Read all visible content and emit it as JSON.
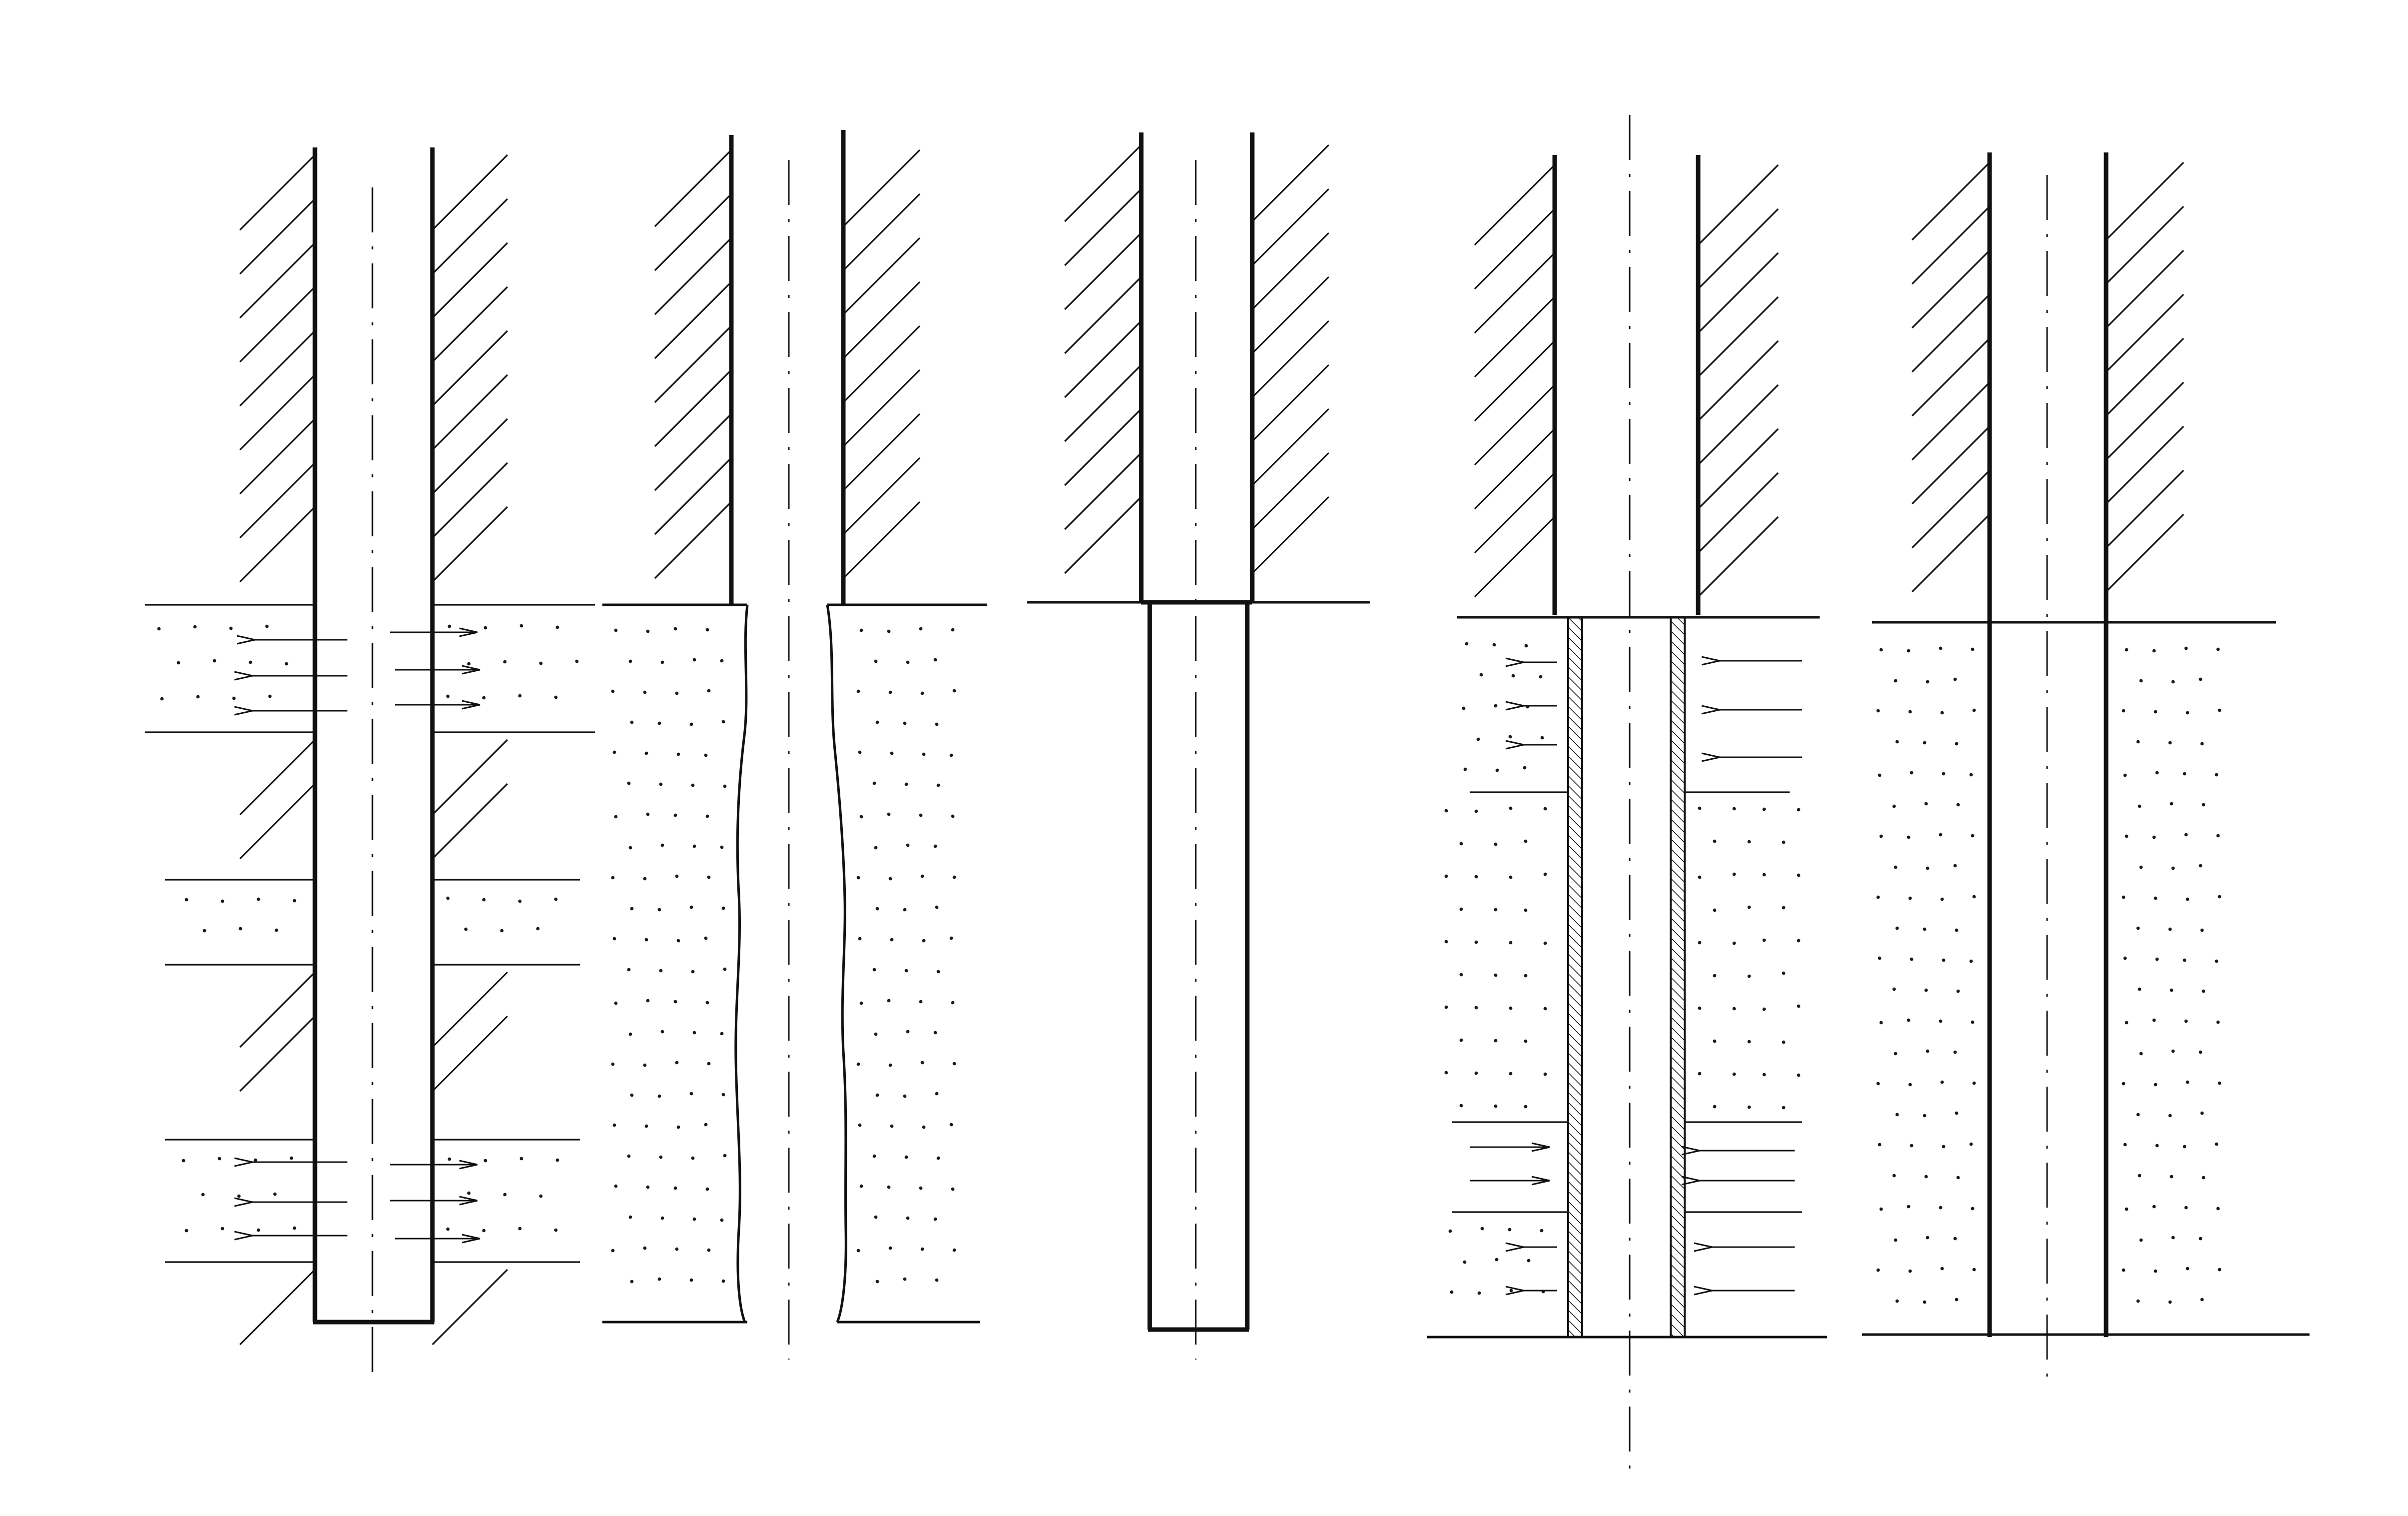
{
  "diagram": {
    "panels": [
      {
        "id": "wellbore-multi-layer",
        "description_hidden": true
      },
      {
        "id": "wellbore-open-hole"
      },
      {
        "id": "wellbore-short-casing"
      },
      {
        "id": "wellbore-cased-perforated"
      },
      {
        "id": "wellbore-sandface"
      }
    ],
    "colors": {
      "ink": "#111111",
      "background": "#ffffff"
    },
    "icons": [
      "arrow-left-icon",
      "arrow-right-icon"
    ]
  }
}
